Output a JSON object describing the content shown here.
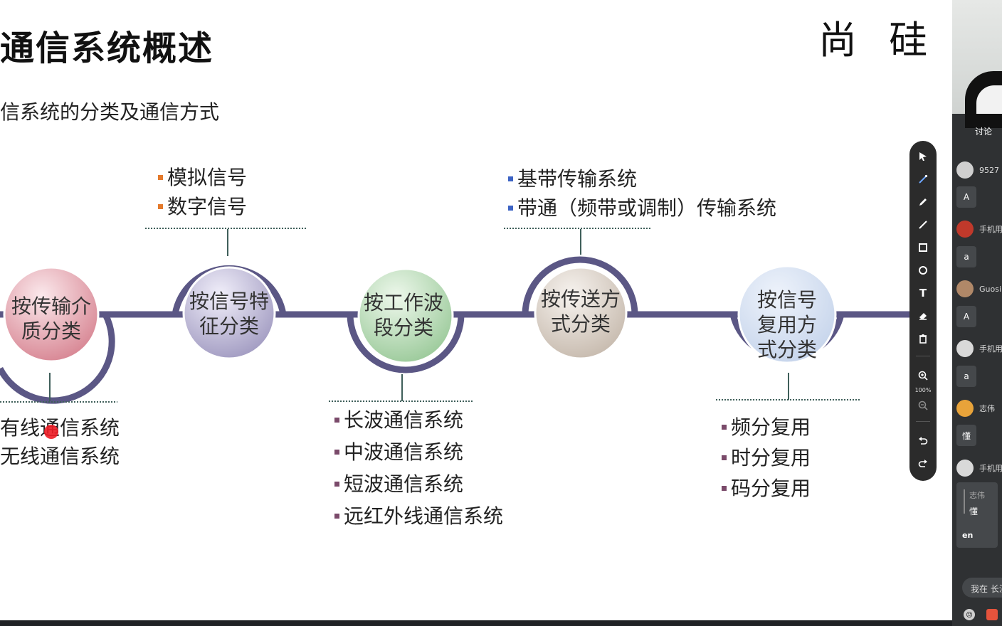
{
  "slide": {
    "title": "通信系统概述",
    "subtitle": "信系统的分类及通信方式",
    "logo": "尚 硅"
  },
  "categories": [
    {
      "label_lines": [
        "按传输介",
        "质分类"
      ],
      "color": "#d98a97"
    },
    {
      "label_lines": [
        "按信号特",
        "征分类"
      ],
      "color": "#a59fc4"
    },
    {
      "label_lines": [
        "按工作波",
        "段分类"
      ],
      "color": "#9fcc9e"
    },
    {
      "label_lines": [
        "按传送方",
        "式分类"
      ],
      "color": "#c9bdb1"
    },
    {
      "label_lines": [
        "按信号",
        "复用方",
        "式分类"
      ],
      "color": "#c8d6ec"
    }
  ],
  "lists": {
    "medium": {
      "items": [
        "有线通信系统",
        "无线通信系统"
      ],
      "bullet_color": "#ffffff"
    },
    "signal": {
      "items": [
        "模拟信号",
        "数字信号"
      ],
      "bullet_color": "#e47a2c"
    },
    "band": {
      "items": [
        "长波通信系统",
        "中波通信系统",
        "短波通信系统",
        "远红外线通信系统"
      ],
      "bullet_color": "#7a4a6a"
    },
    "transmission": {
      "items": [
        "基带传输系统",
        "带通（频带或调制）传输系统"
      ],
      "bullet_color": "#3c63c4"
    },
    "multiplex": {
      "items": [
        "频分复用",
        "时分复用",
        "码分复用"
      ],
      "bullet_color": "#7a4a6a"
    }
  },
  "toolbar": {
    "tools": [
      "select-icon",
      "laser-pointer-icon",
      "pen-icon",
      "line-icon",
      "rectangle-icon",
      "ellipse-icon",
      "text-icon",
      "eraser-icon",
      "delete-icon",
      "zoom-in-icon",
      "zoom-out-icon",
      "undo-icon",
      "redo-icon"
    ],
    "zoom_level": "100%"
  },
  "chat": {
    "tab_label": "讨论",
    "messages": [
      {
        "name": "9527",
        "text": "A",
        "avatar_color": "#cfcfcf"
      },
      {
        "name": "手机用",
        "text": "a",
        "avatar_color": "#c0392b"
      },
      {
        "name": "Guosi",
        "text": "A",
        "avatar_color": "#b08868"
      },
      {
        "name": "手机用",
        "text": "a",
        "avatar_color": "#d9d9d9"
      },
      {
        "name": "志伟",
        "text": "懂",
        "avatar_color": "#e8a33a"
      },
      {
        "name": "手机用",
        "text": "",
        "avatar_color": "#d9d9d9"
      }
    ],
    "quote": {
      "name": "志伟",
      "text": "懂",
      "reply": "en"
    },
    "input_placeholder": "我在 长沙"
  }
}
